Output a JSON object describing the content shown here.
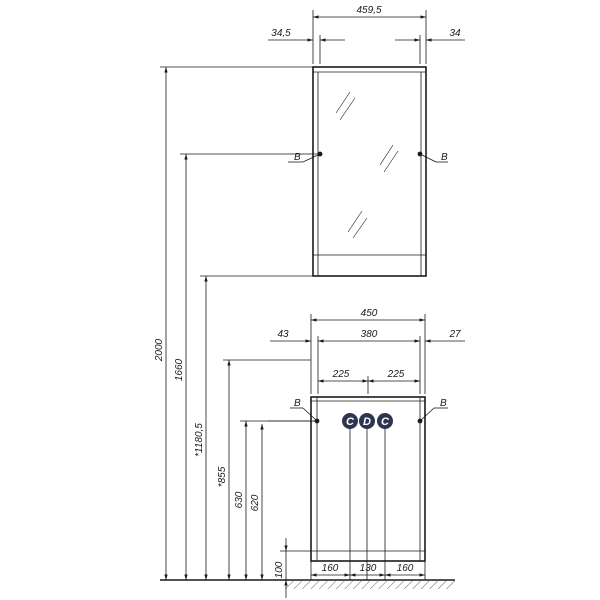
{
  "dims": {
    "mirror_width": "459,5",
    "mirror_left_offset": "34,5",
    "mirror_right_offset": "34",
    "cabinet_width": "450",
    "cabinet_inner": "380",
    "cabinet_left_offset": "43",
    "cabinet_right_offset": "27",
    "half_left": "225",
    "half_right": "225",
    "bottom_left": "160",
    "bottom_mid": "130",
    "bottom_right": "160",
    "h_total": "2000",
    "h_mirror_mount": "1660",
    "h_mirror_bottom": "*1180,5",
    "h_cabinet_top": "*855",
    "h_630": "630",
    "h_620": "620",
    "h_100": "100"
  },
  "labels": {
    "b_mirror_left": "B",
    "b_mirror_right": "B",
    "b_cab_left": "B",
    "b_cab_right": "B"
  },
  "badges": {
    "c_left": "C",
    "d_mid": "D",
    "c_right": "C"
  },
  "colors": {
    "badge": "#2d3550",
    "line": "#1a1a1a"
  }
}
